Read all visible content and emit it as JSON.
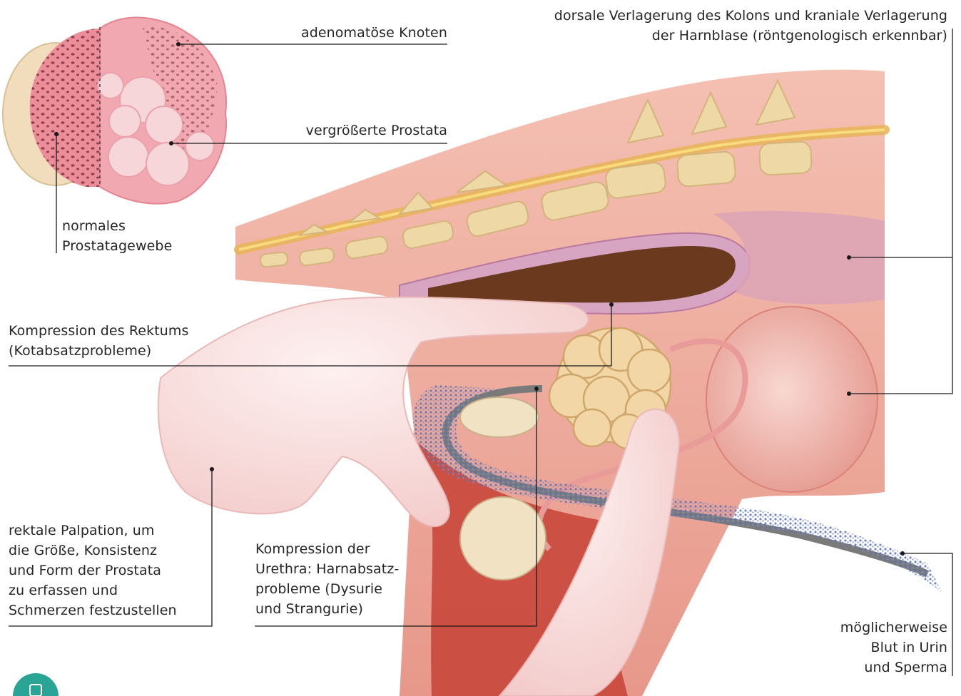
{
  "labels": {
    "adenomatous_nodes": "adenomatöse Knoten",
    "enlarged_prostate": "vergrößerte Prostata",
    "normal_tissue": "normales\nProstatagewebe",
    "colon_bladder": "dorsale Verlagerung des Kolons und kraniale Verlagerung\nder Harnblase (röntgenologisch erkennbar)",
    "rectum_compression": "Kompression des Rektums\n(Kotabsatzprobleme)",
    "rectal_palpation": "rektale Palpation, um\ndie Größe, Konsistenz\nund Form der Prostata\nzu erfassen und\nSchmerzen festzustellen",
    "urethra_compression": "Kompression der\nUrethra: Harnabsatz-\nprobleme (Dysurie\nund Strangurie)",
    "blood": "möglicherweise\nBlut in Urin\nund Sperma"
  },
  "colors": {
    "line": "#1a1a1a",
    "tissue_pink": "#eca193",
    "bone": "#eed9a6",
    "prostate": "#f2d6a6",
    "glove": "#f7d9d8",
    "bladder": "#f1b9b2",
    "muscle": "#c9473b",
    "mucosa": "#d7a4c2",
    "colon_content": "#6b3a1e",
    "badge": "#2aa595"
  },
  "badge_icon": "phone-icon"
}
